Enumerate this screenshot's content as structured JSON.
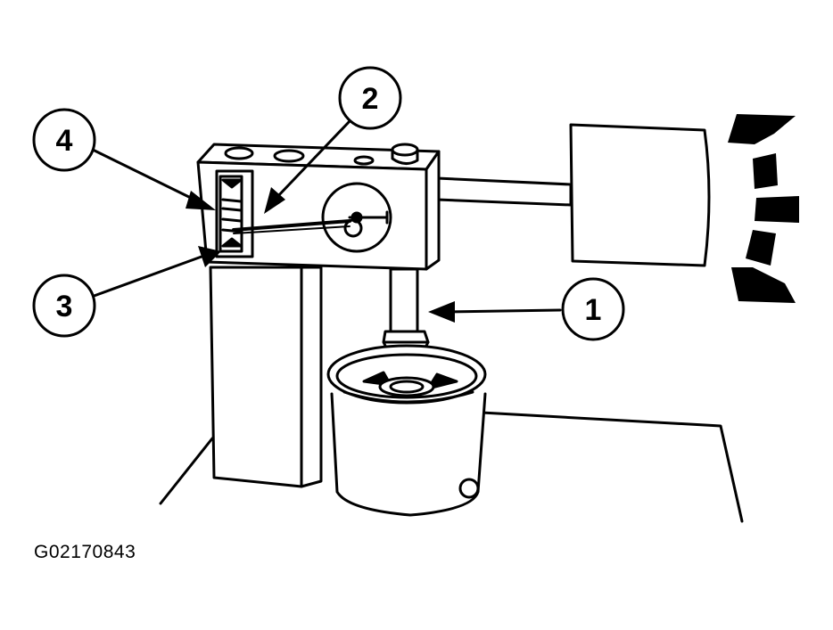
{
  "callouts": [
    {
      "id": "1",
      "text": "1"
    },
    {
      "id": "2",
      "text": "2"
    },
    {
      "id": "3",
      "text": "3"
    },
    {
      "id": "4",
      "text": "4"
    }
  ],
  "figure_code": "G02170843",
  "colors": {
    "ink": "#000000",
    "paper": "#ffffff"
  }
}
